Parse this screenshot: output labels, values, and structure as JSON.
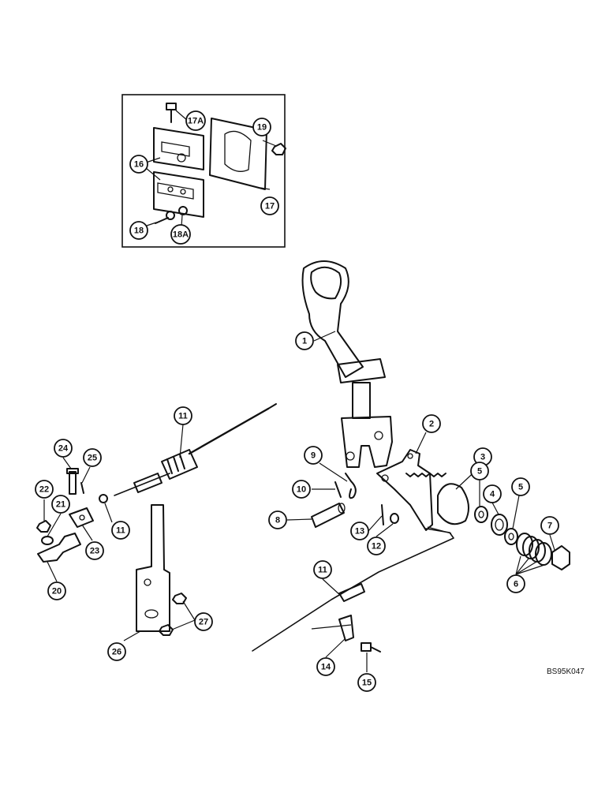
{
  "figure_code": "BS95K047",
  "callouts": [
    {
      "id": "c1",
      "label": "1"
    },
    {
      "id": "c2",
      "label": "2"
    },
    {
      "id": "c3",
      "label": "3"
    },
    {
      "id": "c4",
      "label": "4"
    },
    {
      "id": "c5a",
      "label": "5"
    },
    {
      "id": "c5b",
      "label": "5"
    },
    {
      "id": "c6",
      "label": "6"
    },
    {
      "id": "c7",
      "label": "7"
    },
    {
      "id": "c8",
      "label": "8"
    },
    {
      "id": "c9",
      "label": "9"
    },
    {
      "id": "c10",
      "label": "10"
    },
    {
      "id": "c11a",
      "label": "11"
    },
    {
      "id": "c11b",
      "label": "11"
    },
    {
      "id": "c11c",
      "label": "11"
    },
    {
      "id": "c12",
      "label": "12"
    },
    {
      "id": "c13",
      "label": "13"
    },
    {
      "id": "c14",
      "label": "14"
    },
    {
      "id": "c15",
      "label": "15"
    },
    {
      "id": "c16",
      "label": "16"
    },
    {
      "id": "c17",
      "label": "17"
    },
    {
      "id": "c17a",
      "label": "17A"
    },
    {
      "id": "c18",
      "label": "18"
    },
    {
      "id": "c18a",
      "label": "18A"
    },
    {
      "id": "c19",
      "label": "19"
    },
    {
      "id": "c20",
      "label": "20"
    },
    {
      "id": "c21",
      "label": "21"
    },
    {
      "id": "c22",
      "label": "22"
    },
    {
      "id": "c23",
      "label": "23"
    },
    {
      "id": "c24",
      "label": "24"
    },
    {
      "id": "c25",
      "label": "25"
    },
    {
      "id": "c26",
      "label": "26"
    },
    {
      "id": "c27",
      "label": "27"
    }
  ]
}
